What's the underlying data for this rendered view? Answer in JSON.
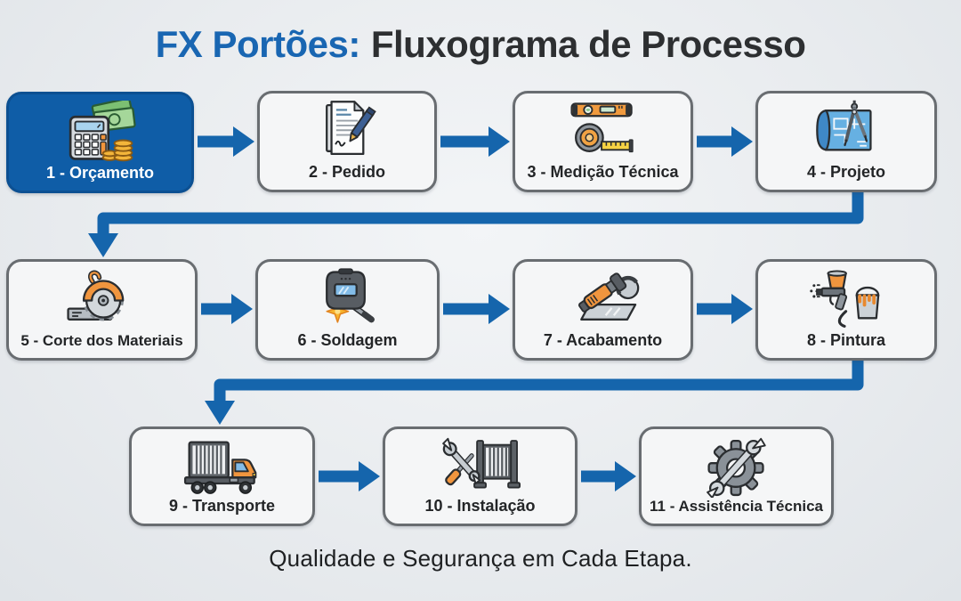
{
  "title": {
    "brand": "FX Portões:",
    "rest": "Fluxograma de Processo"
  },
  "caption": "Qualidade e Segurança em Cada Etapa.",
  "steps": [
    {
      "label": "1 - Orçamento",
      "icon": "calculator-money-icon",
      "highlighted": true
    },
    {
      "label": "2 - Pedido",
      "icon": "document-pen-icon",
      "highlighted": false
    },
    {
      "label": "3 - Medição Técnica",
      "icon": "level-tape-measure-icon",
      "highlighted": false
    },
    {
      "label": "4 - Projeto",
      "icon": "blueprint-compass-icon",
      "highlighted": false
    },
    {
      "label": "5 - Corte dos Materiais",
      "icon": "circular-saw-icon",
      "highlighted": false
    },
    {
      "label": "6 - Soldagem",
      "icon": "welding-helmet-icon",
      "highlighted": false
    },
    {
      "label": "7 - Acabamento",
      "icon": "angle-grinder-icon",
      "highlighted": false
    },
    {
      "label": "8 - Pintura",
      "icon": "spray-gun-paint-icon",
      "highlighted": false
    },
    {
      "label": "9 - Transporte",
      "icon": "truck-gate-icon",
      "highlighted": false
    },
    {
      "label": "10 - Instalação",
      "icon": "tools-gate-icon",
      "highlighted": false
    },
    {
      "label": "11 - Assistência Técnica",
      "icon": "gear-wrench-icon",
      "highlighted": false
    }
  ],
  "colors": {
    "accent_blue": "#1565ac",
    "highlight_box": "#0f5da7",
    "box_border": "#696d71",
    "box_fill": "#f5f6f7",
    "background": "#e9ecef",
    "title_brand": "#1966b2",
    "title_dark": "#2d2f31"
  }
}
